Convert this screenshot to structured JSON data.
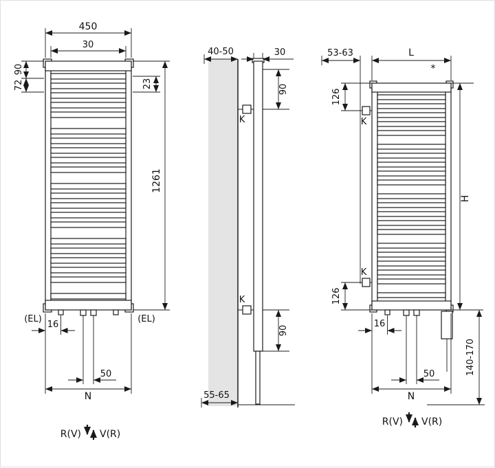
{
  "front_view": {
    "width_total": "450",
    "width_top": "30",
    "offset_top": "90",
    "offset_second": "72",
    "tube_pitch": "23",
    "height": "1261",
    "el_left": "(EL)",
    "el_right": "(EL)",
    "edge_to_conn": "16",
    "conn_spacing": "50",
    "conn_span": "N",
    "flow_left": "R(V)",
    "flow_right": "V(R)"
  },
  "side_view": {
    "wall_clearance": "40-50",
    "depth": "30",
    "bracket_top_offset": "90",
    "bracket_top": "K",
    "bracket_bottom": "K",
    "bracket_bottom_offset": "90",
    "floor_clearance": "55-65"
  },
  "generic_view": {
    "wall_offset": "53-63",
    "width": "L",
    "footnote": "*",
    "bracket_top_offset": "126",
    "bracket_top": "K",
    "height": "H",
    "bracket_bottom_offset": "126",
    "bracket_bottom": "K",
    "edge_to_conn": "16",
    "conn_spacing": "50",
    "conn_span": "N",
    "floor_height": "140-170",
    "flow_left": "R(V)",
    "flow_right": "V(R)"
  },
  "colors": {
    "line": "#1a1a1a",
    "wall": "#e4e4e4"
  }
}
